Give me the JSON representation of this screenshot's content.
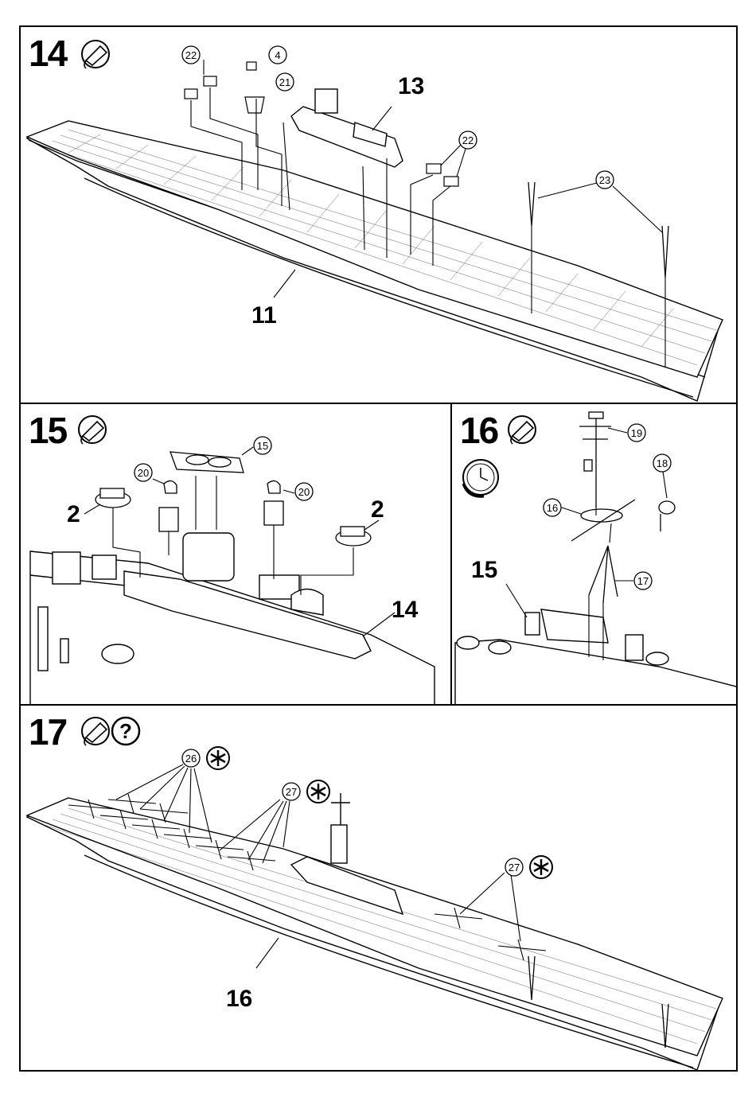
{
  "steps": [
    {
      "number": "14",
      "icons": [
        "glue-icon"
      ],
      "callouts": {
        "p22a": "22",
        "p4": "4",
        "p21": "21",
        "p13": "13",
        "p22b": "22",
        "p23": "23",
        "p11": "11"
      }
    },
    {
      "number": "15",
      "icons": [
        "glue-icon"
      ],
      "callouts": {
        "p15": "15",
        "p20a": "20",
        "p20b": "20",
        "p2a": "2",
        "p2b": "2",
        "p14": "14"
      }
    },
    {
      "number": "16",
      "icons": [
        "glue-icon",
        "clock-icon"
      ],
      "callouts": {
        "p19": "19",
        "p18": "18",
        "p16": "16",
        "p17": "17",
        "p15": "15"
      }
    },
    {
      "number": "17",
      "icons": [
        "glue-icon",
        "question-icon"
      ],
      "callouts": {
        "p26": "26",
        "p27a": "27",
        "p27b": "27",
        "p16": "16"
      },
      "marks": [
        "asterisk-icon",
        "asterisk-icon",
        "asterisk-icon"
      ]
    }
  ]
}
